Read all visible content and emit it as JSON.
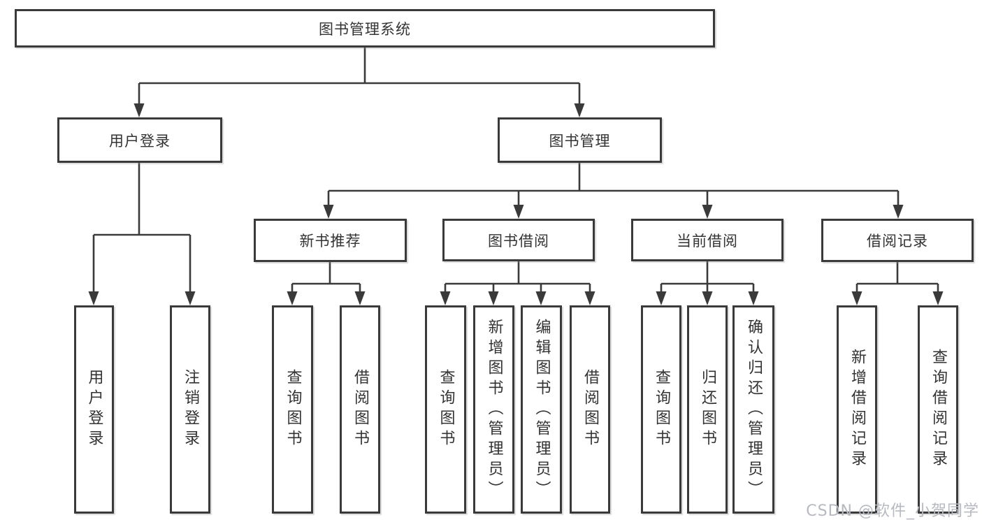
{
  "diagram": {
    "root": {
      "label": "图书管理系统"
    },
    "level2": [
      {
        "id": "user-login",
        "label": "用户登录",
        "children": [
          {
            "label": "用户登录"
          },
          {
            "label": "注销登录"
          }
        ]
      },
      {
        "id": "book-management",
        "label": "图书管理",
        "children": [
          {
            "id": "new-book-recommendation",
            "label": "新书推荐",
            "children": [
              {
                "label": "查询图书"
              },
              {
                "label": "借阅图书"
              }
            ]
          },
          {
            "id": "book-borrowing",
            "label": "图书借阅",
            "children": [
              {
                "label": "查询图书"
              },
              {
                "label": "新增图书（管理员）"
              },
              {
                "label": "编辑图书（管理员）"
              },
              {
                "label": "借阅图书"
              }
            ]
          },
          {
            "id": "current-borrowing",
            "label": "当前借阅",
            "children": [
              {
                "label": "查询图书"
              },
              {
                "label": "归还图书"
              },
              {
                "label": "确认归还（管理员）"
              }
            ]
          },
          {
            "id": "borrowing-records",
            "label": "借阅记录",
            "children": [
              {
                "label": "新增借阅记录"
              },
              {
                "label": "查询借阅记录"
              }
            ]
          }
        ]
      }
    ]
  },
  "watermark": {
    "text": "CSDN @软件_小贺同学"
  },
  "colors": {
    "line": "#3a3a3a",
    "text": "#333333",
    "box_background": "#ffffff",
    "watermark": "#b6bac0",
    "page_background": "#ffffff"
  }
}
